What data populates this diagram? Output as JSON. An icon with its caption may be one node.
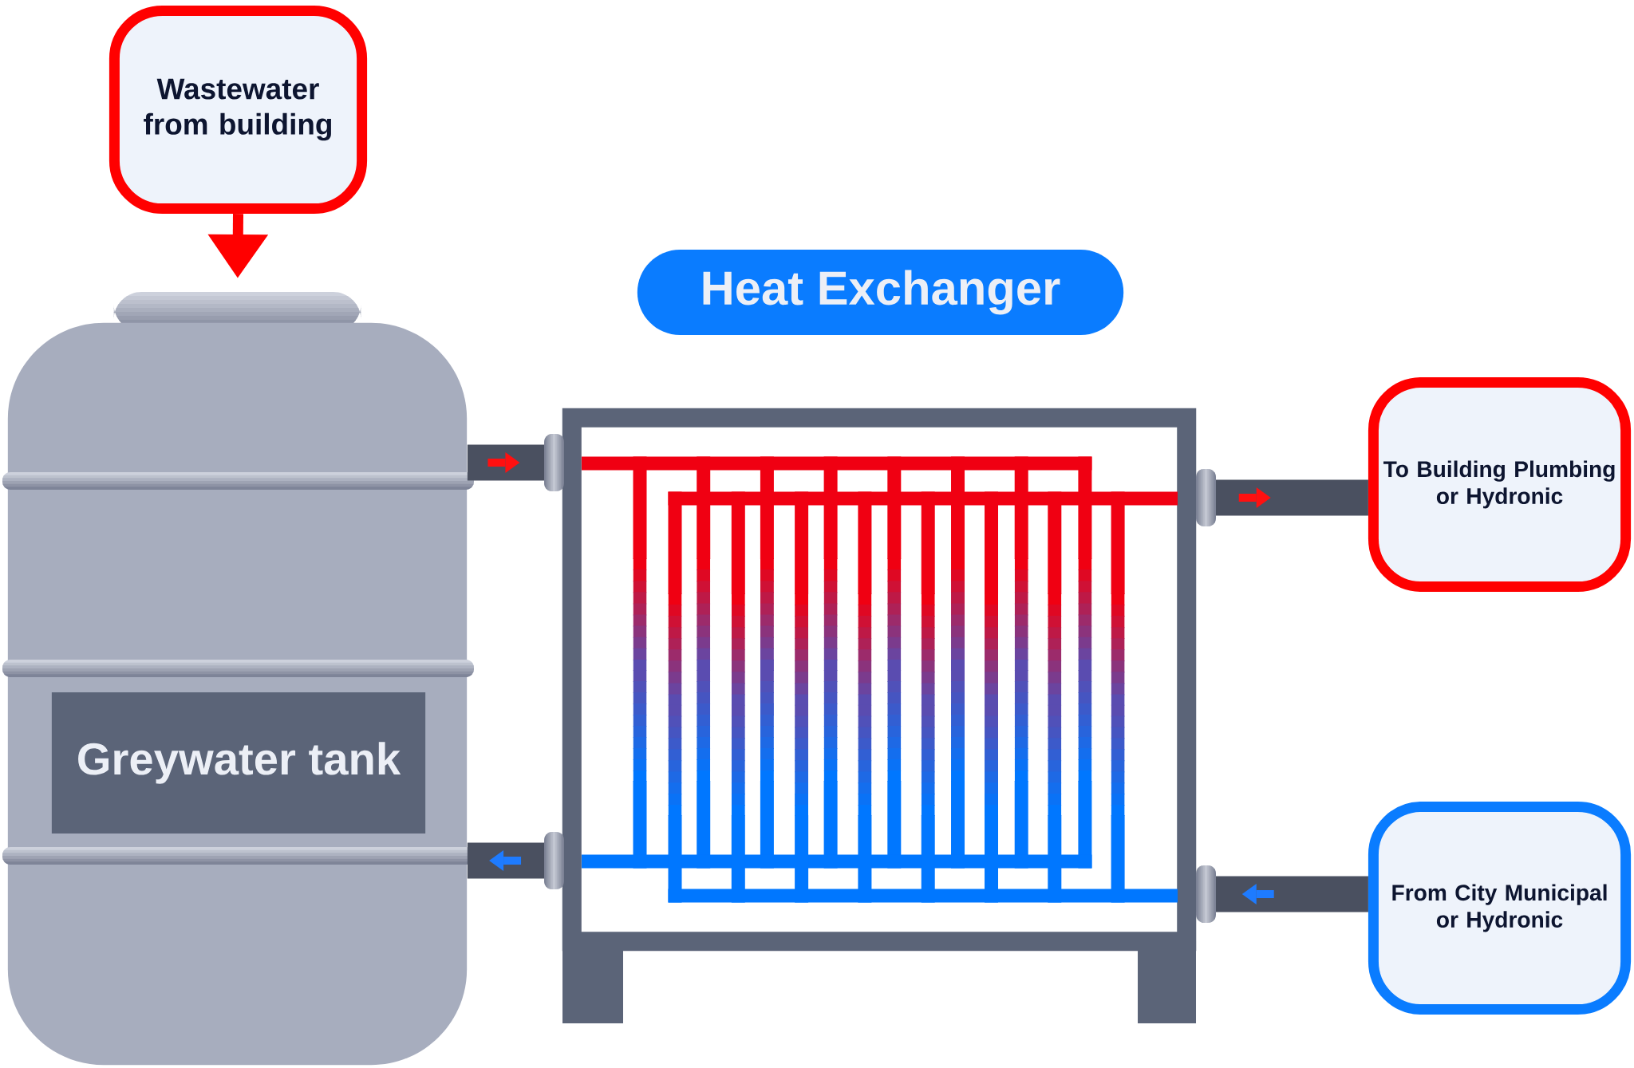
{
  "diagram": {
    "nodes": [
      {
        "text": [
          "Wastewater from building"
        ]
      },
      {
        "text": [],
        "shape": "cylinder"
      },
      {
        "text": [
          "Greywater tank"
        ],
        "in": 1
      },
      {
        "text": [
          "Heat Exchanger"
        ]
      },
      {
        "text": [],
        "shape": "box"
      },
      {
        "text": [
          "To Building Plumbing or Hydronic"
        ]
      },
      {
        "text": [
          "From City Municipal or Hydronic"
        ]
      }
    ],
    "edges": [
      {
        "from": 0,
        "to": 1,
        "arrow": "to",
        "color": "#ff0000"
      },
      {
        "from": 1,
        "to": 4,
        "arrow": "to"
      },
      {
        "from": 4,
        "to": 5,
        "arrow": "to"
      },
      {
        "from": 6,
        "to": 4,
        "arrow": "to"
      },
      {
        "from": 4,
        "to": 1,
        "arrow": "to"
      }
    ]
  }
}
